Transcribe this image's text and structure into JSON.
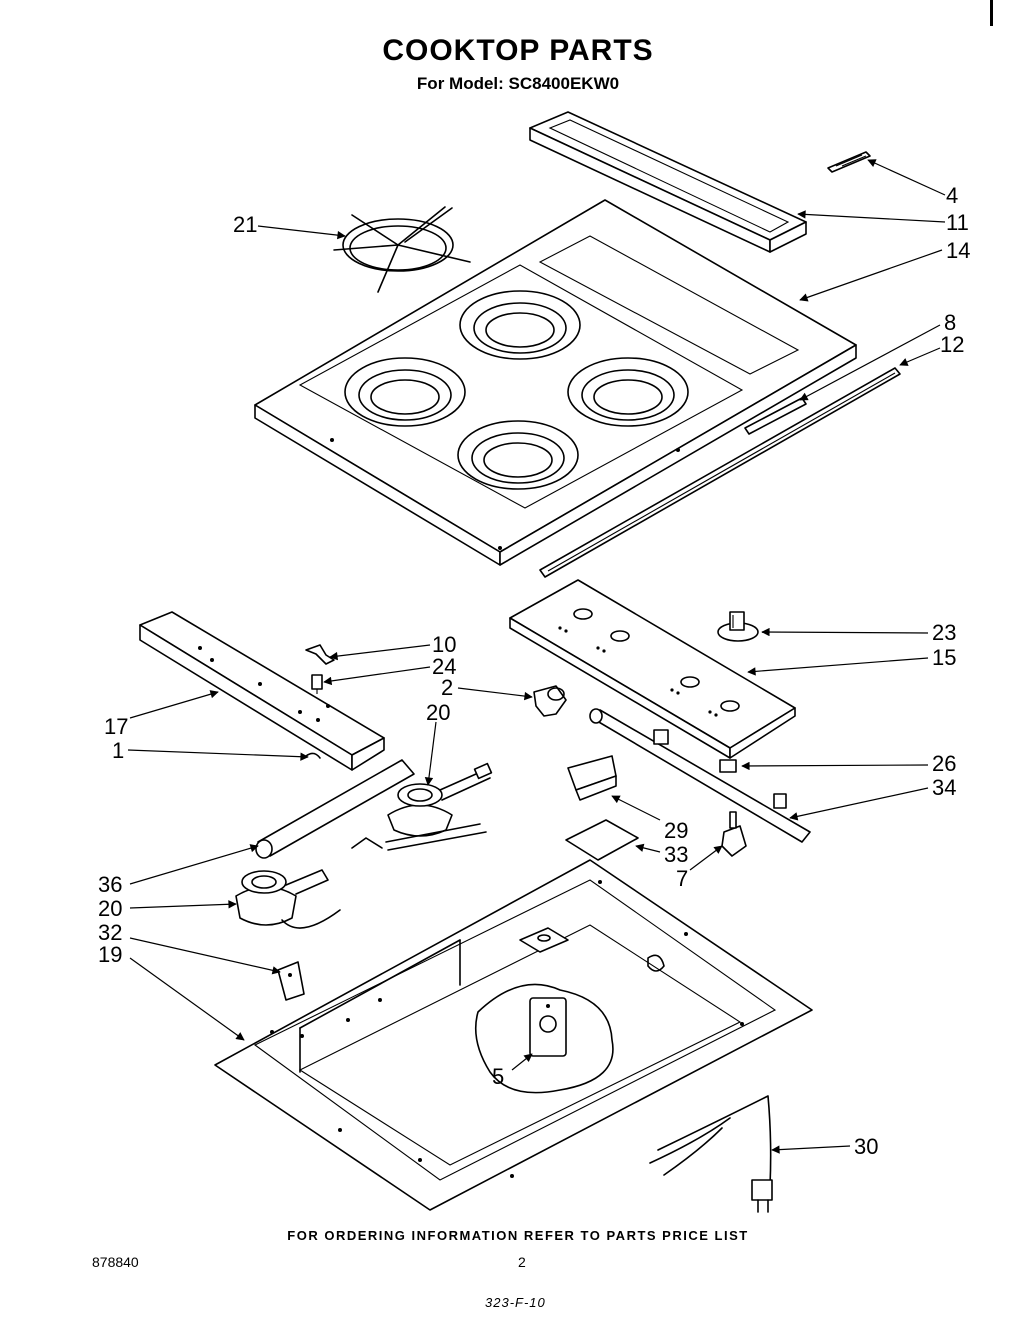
{
  "title": "COOKTOP PARTS",
  "subtitle": "For Model: SC8400EKW0",
  "footer_note": "FOR ORDERING INFORMATION REFER TO PARTS PRICE LIST",
  "doc_number": "878840",
  "page_number": "2",
  "handwritten_note": "323-F-10",
  "callouts": [
    "4",
    "11",
    "14",
    "21",
    "8",
    "12",
    "10",
    "24",
    "2",
    "20",
    "17",
    "1",
    "23",
    "15",
    "26",
    "34",
    "29",
    "33",
    "7",
    "36",
    "20",
    "32",
    "19",
    "5",
    "30"
  ]
}
